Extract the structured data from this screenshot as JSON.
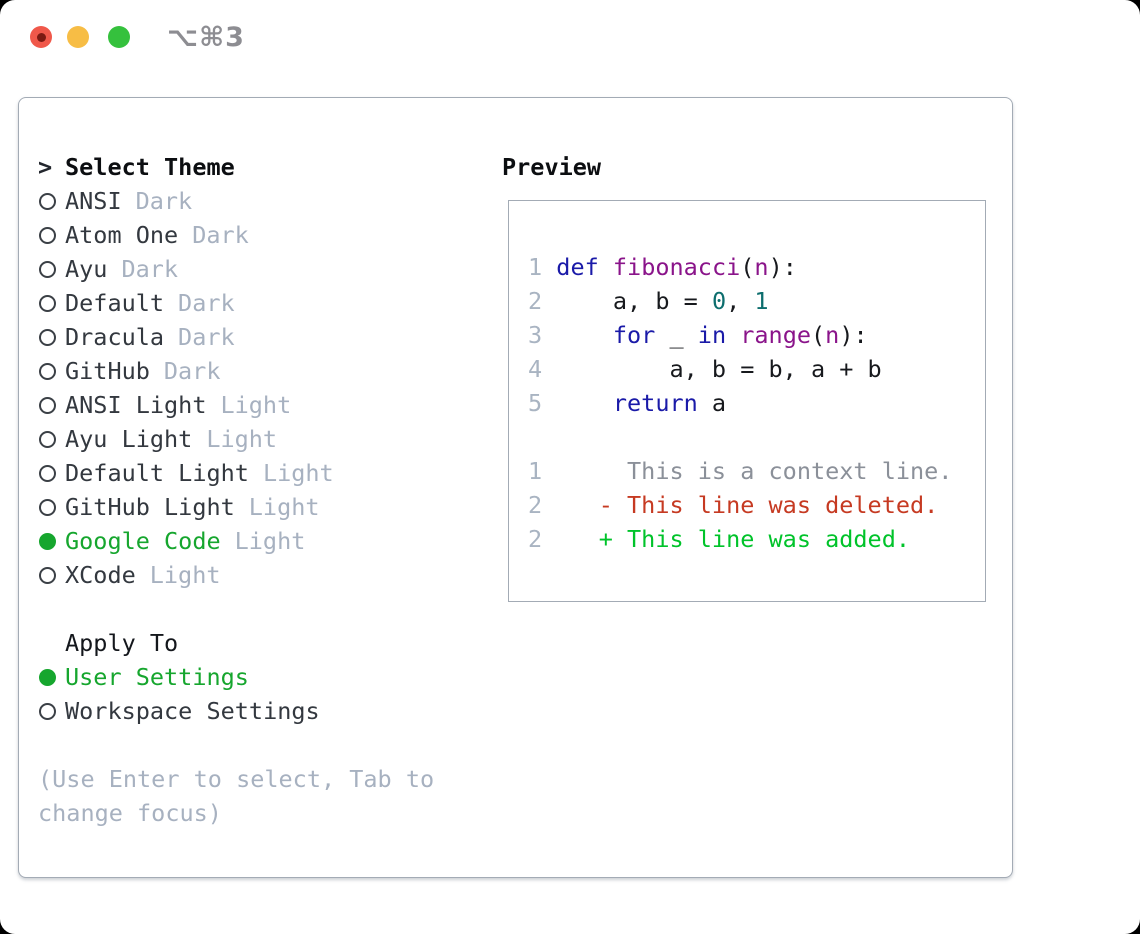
{
  "window": {
    "title": "⌥⌘3"
  },
  "colors": {
    "traffic_red": "#f0584a",
    "traffic_red_dot": "#7c1a12",
    "traffic_yellow": "#f7bd45",
    "traffic_green": "#35c13d",
    "accent_green": "#16a62e",
    "text": "#33383f",
    "muted": "#a7b1c0",
    "border": "#a3abb5",
    "lineno": "#a9b4c2",
    "code_keyword": "#1a1aa8",
    "code_function": "#8a148a",
    "code_literal": "#0d6e6e",
    "context_gray": "#8b9099",
    "diff_red": "#c63a22",
    "diff_green": "#00c32a"
  },
  "theme_selector": {
    "marker": ">",
    "header": "Select Theme",
    "items": [
      {
        "name": "ANSI",
        "tag": "Dark",
        "selected": false
      },
      {
        "name": "Atom One",
        "tag": "Dark",
        "selected": false
      },
      {
        "name": "Ayu",
        "tag": "Dark",
        "selected": false
      },
      {
        "name": "Default",
        "tag": "Dark",
        "selected": false
      },
      {
        "name": "Dracula",
        "tag": "Dark",
        "selected": false
      },
      {
        "name": "GitHub",
        "tag": "Dark",
        "selected": false
      },
      {
        "name": "ANSI Light",
        "tag": "Light",
        "selected": false
      },
      {
        "name": "Ayu Light",
        "tag": "Light",
        "selected": false
      },
      {
        "name": "Default Light",
        "tag": "Light",
        "selected": false
      },
      {
        "name": "GitHub Light",
        "tag": "Light",
        "selected": false
      },
      {
        "name": "Google Code",
        "tag": "Light",
        "selected": true
      },
      {
        "name": "XCode",
        "tag": "Light",
        "selected": false
      }
    ]
  },
  "apply_to": {
    "header": "Apply To",
    "items": [
      {
        "name": "User Settings",
        "selected": true
      },
      {
        "name": "Workspace Settings",
        "selected": false
      }
    ]
  },
  "help_lines": [
    "(Use Enter to select, Tab to",
    "change focus)"
  ],
  "preview": {
    "header": "Preview",
    "lines": [
      {
        "num": "1",
        "segments": [
          {
            "t": "def",
            "c": "kw"
          },
          {
            "t": " ",
            "c": "pl"
          },
          {
            "t": "fibonacci",
            "c": "fn"
          },
          {
            "t": "(",
            "c": "pl"
          },
          {
            "t": "n",
            "c": "fn"
          },
          {
            "t": "):",
            "c": "pl"
          }
        ]
      },
      {
        "num": "2",
        "segments": [
          {
            "t": "    a, b = ",
            "c": "pl"
          },
          {
            "t": "0",
            "c": "lit"
          },
          {
            "t": ", ",
            "c": "pl"
          },
          {
            "t": "1",
            "c": "lit"
          }
        ]
      },
      {
        "num": "3",
        "segments": [
          {
            "t": "    ",
            "c": "pl"
          },
          {
            "t": "for",
            "c": "kw"
          },
          {
            "t": " _ ",
            "c": "pl"
          },
          {
            "t": "in",
            "c": "kw"
          },
          {
            "t": " ",
            "c": "pl"
          },
          {
            "t": "range",
            "c": "fn"
          },
          {
            "t": "(",
            "c": "pl"
          },
          {
            "t": "n",
            "c": "fn"
          },
          {
            "t": "):",
            "c": "pl"
          }
        ]
      },
      {
        "num": "4",
        "segments": [
          {
            "t": "        a, b = b, a + b",
            "c": "pl"
          }
        ]
      },
      {
        "num": "5",
        "segments": [
          {
            "t": "    ",
            "c": "pl"
          },
          {
            "t": "return",
            "c": "kw"
          },
          {
            "t": " a",
            "c": "pl"
          }
        ]
      },
      {
        "num": "",
        "segments": []
      },
      {
        "num": "1",
        "segments": [
          {
            "t": "     This is a context line.",
            "c": "ctx"
          }
        ]
      },
      {
        "num": "2",
        "segments": [
          {
            "t": "   - This line was deleted.",
            "c": "del"
          }
        ]
      },
      {
        "num": "2",
        "segments": [
          {
            "t": "   + This line was added.",
            "c": "add"
          }
        ]
      }
    ]
  }
}
